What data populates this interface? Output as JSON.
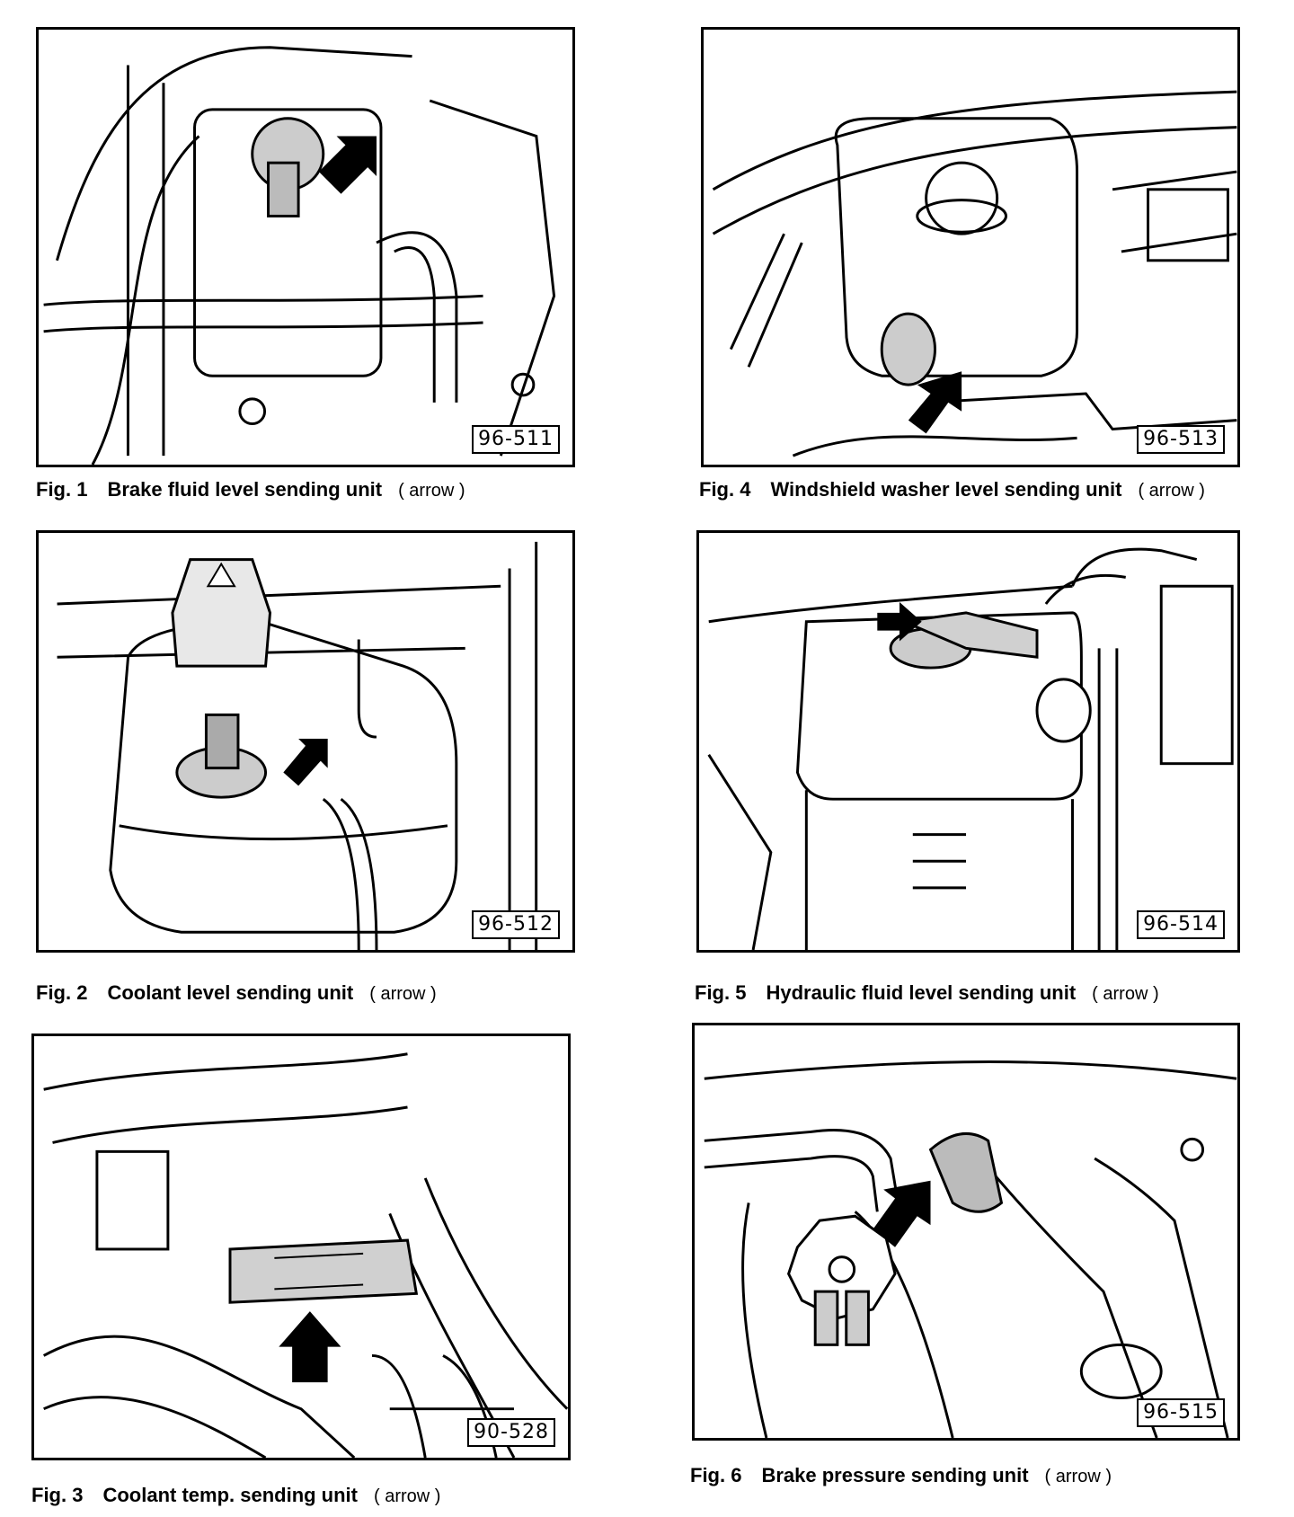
{
  "figures": [
    {
      "number": "Fig. 1",
      "title": "Brake fluid level sending unit",
      "note": "( arrow )",
      "code": "96-511"
    },
    {
      "number": "Fig. 2",
      "title": "Coolant level sending unit",
      "note": "( arrow )",
      "code": "96-512"
    },
    {
      "number": "Fig. 3",
      "title": "Coolant temp. sending unit",
      "note": "( arrow )",
      "code": "90-528"
    },
    {
      "number": "Fig. 4",
      "title": "Windshield washer level sending unit",
      "note": "( arrow )",
      "code": "96-513"
    },
    {
      "number": "Fig. 5",
      "title": "Hydraulic fluid level sending unit",
      "note": "( arrow )",
      "code": "96-514"
    },
    {
      "number": "Fig. 6",
      "title": "Brake pressure sending unit",
      "note": "( arrow )",
      "code": "96-515"
    }
  ]
}
